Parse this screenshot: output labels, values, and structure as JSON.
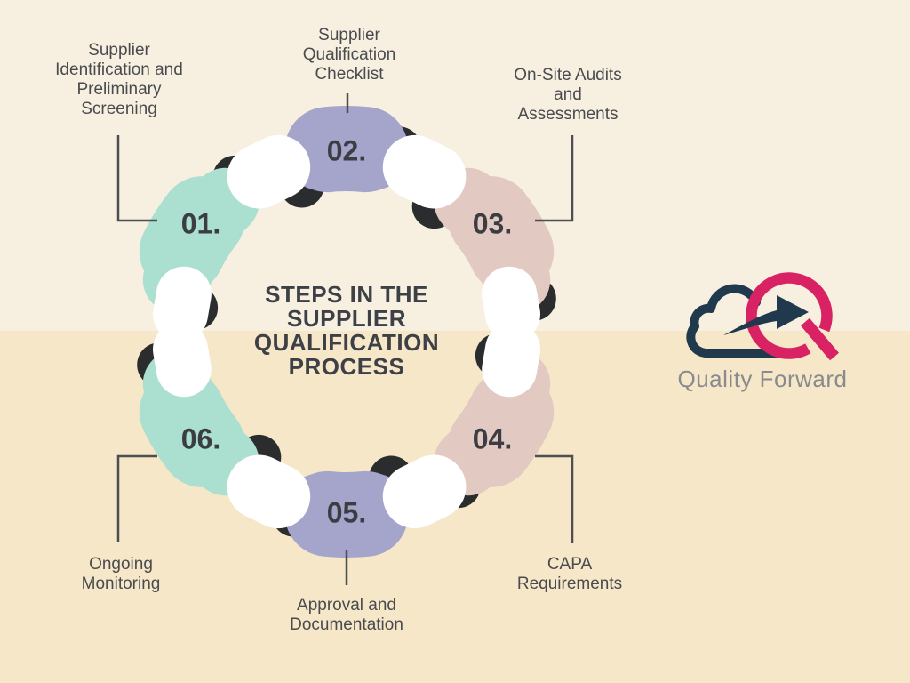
{
  "title": {
    "lines": [
      "STEPS IN THE",
      "SUPPLIER",
      "QUALIFICATION",
      "PROCESS"
    ]
  },
  "steps": [
    {
      "number": "01.",
      "label_lines": [
        "Supplier",
        "Identification and",
        "Preliminary",
        "Screening"
      ],
      "color": "#abdfd0"
    },
    {
      "number": "02.",
      "label_lines": [
        "Supplier",
        "Qualification",
        "Checklist"
      ],
      "color": "#a5a4ca"
    },
    {
      "number": "03.",
      "label_lines": [
        "On-Site Audits",
        "and",
        "Assessments"
      ],
      "color": "#e2c9c1"
    },
    {
      "number": "04.",
      "label_lines": [
        "CAPA",
        "Requirements"
      ],
      "color": "#e2c9c1"
    },
    {
      "number": "05.",
      "label_lines": [
        "Approval and",
        "Documentation"
      ],
      "color": "#a5a4ca"
    },
    {
      "number": "06.",
      "label_lines": [
        "Ongoing",
        "Monitoring"
      ],
      "color": "#abdfd0"
    }
  ],
  "logo": {
    "name": "Quality Forward",
    "navy": "#20394d",
    "pink": "#d92263",
    "text_color": "#8a8a8e"
  },
  "palette": {
    "background_top": "#f7f0e1",
    "background_bottom": "#f5e7c8",
    "ring_teal": "#abdfd0",
    "ring_purple": "#a5a4ca",
    "ring_rose": "#e2c9c1",
    "fold_black": "#2b2c2e",
    "gap_white": "#ffffff",
    "title_text": "#3d4046",
    "label_text": "#4a4b4f",
    "number_text": "#3b3d42",
    "connector": "#4d4e52"
  }
}
